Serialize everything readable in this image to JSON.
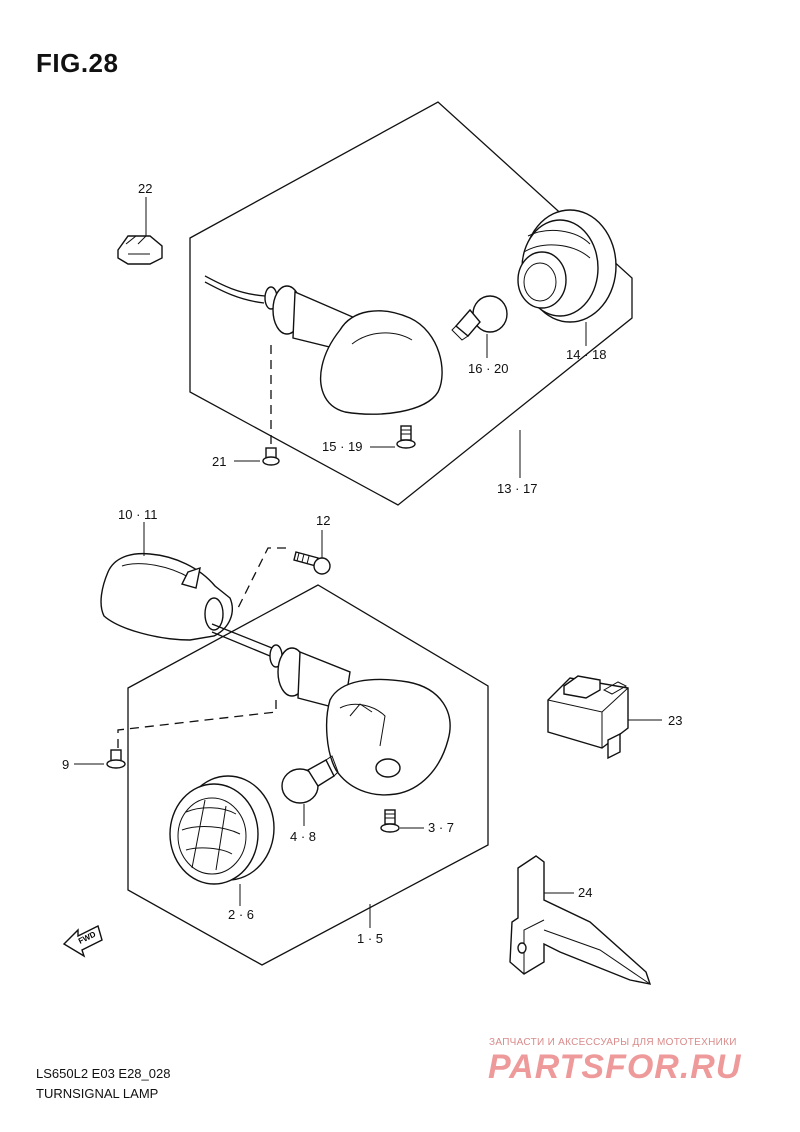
{
  "figure": {
    "title": "FIG.28",
    "code": "LS650L2 E03 E28_028",
    "name": "TURNSIGNAL LAMP"
  },
  "callouts": {
    "c22": "22",
    "c14_18": "14 · 18",
    "c16_20": "16 · 20",
    "c21": "21",
    "c15_19": "15 · 19",
    "c13_17": "13 · 17",
    "c10_11": "10 · 11",
    "c12": "12",
    "c23": "23",
    "c9": "9",
    "c4_8": "4 · 8",
    "c3_7": "3 · 7",
    "c24": "24",
    "c2_6": "2 · 6",
    "c1_5": "1 · 5"
  },
  "fwd_arrow": {
    "label": "FWD"
  },
  "watermark": {
    "subtitle": "ЗАПЧАСТИ И АКСЕССУАРЫ ДЛЯ МОТОТЕХНИКИ",
    "logo": "PARTSFOR.RU"
  }
}
